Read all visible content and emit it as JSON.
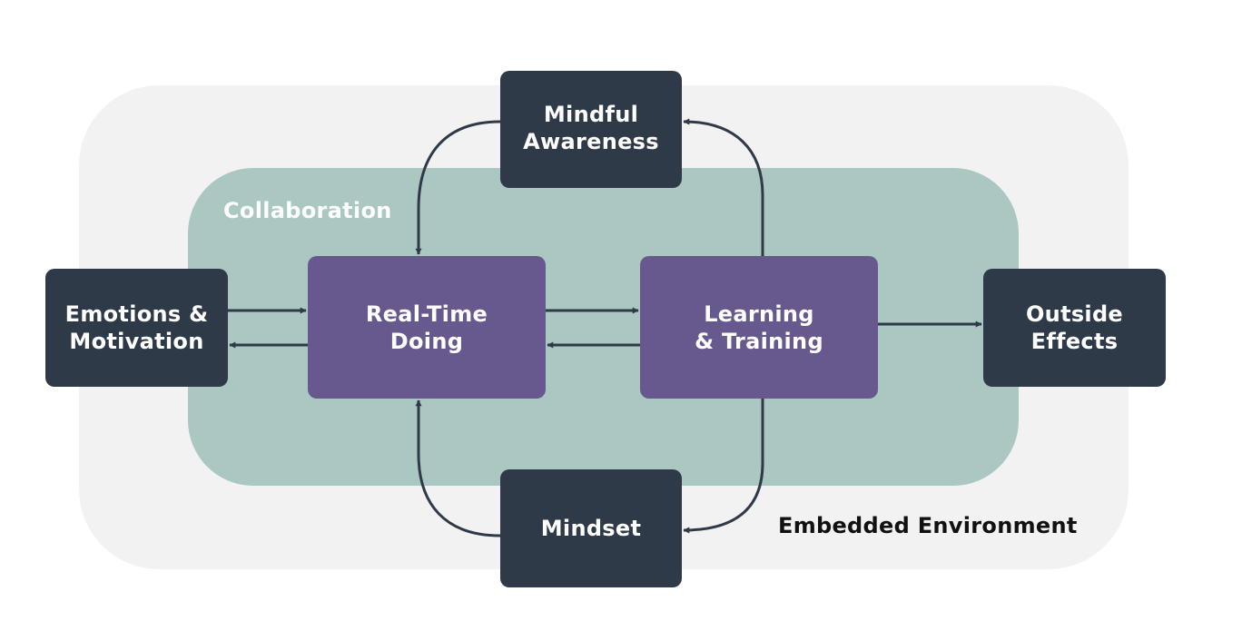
{
  "diagram": {
    "regions": {
      "embedded_environment": {
        "label": "Embedded Environment",
        "color": "#f2f2f2"
      },
      "collaboration": {
        "label": "Collaboration",
        "color": "#abc7c1"
      }
    },
    "nodes": {
      "emotions_motivation": {
        "label": "Emotions &\nMotivation",
        "color": "#2f3a49"
      },
      "real_time_doing": {
        "label": "Real-Time\nDoing",
        "color": "#67598d"
      },
      "learning_training": {
        "label": "Learning\n& Training",
        "color": "#67598d"
      },
      "outside_effects": {
        "label": "Outside\nEffects",
        "color": "#2f3a49"
      },
      "mindful_awareness": {
        "label": "Mindful\nAwareness",
        "color": "#2f3a49"
      },
      "mindset": {
        "label": "Mindset",
        "color": "#2f3a49"
      }
    },
    "edges": [
      {
        "from": "emotions_motivation",
        "to": "real_time_doing"
      },
      {
        "from": "real_time_doing",
        "to": "emotions_motivation"
      },
      {
        "from": "real_time_doing",
        "to": "learning_training"
      },
      {
        "from": "learning_training",
        "to": "real_time_doing"
      },
      {
        "from": "learning_training",
        "to": "outside_effects"
      },
      {
        "from": "learning_training",
        "to": "mindful_awareness"
      },
      {
        "from": "mindful_awareness",
        "to": "real_time_doing"
      },
      {
        "from": "learning_training",
        "to": "mindset"
      },
      {
        "from": "mindset",
        "to": "real_time_doing"
      }
    ],
    "arrow_color": "#2f3a49"
  }
}
